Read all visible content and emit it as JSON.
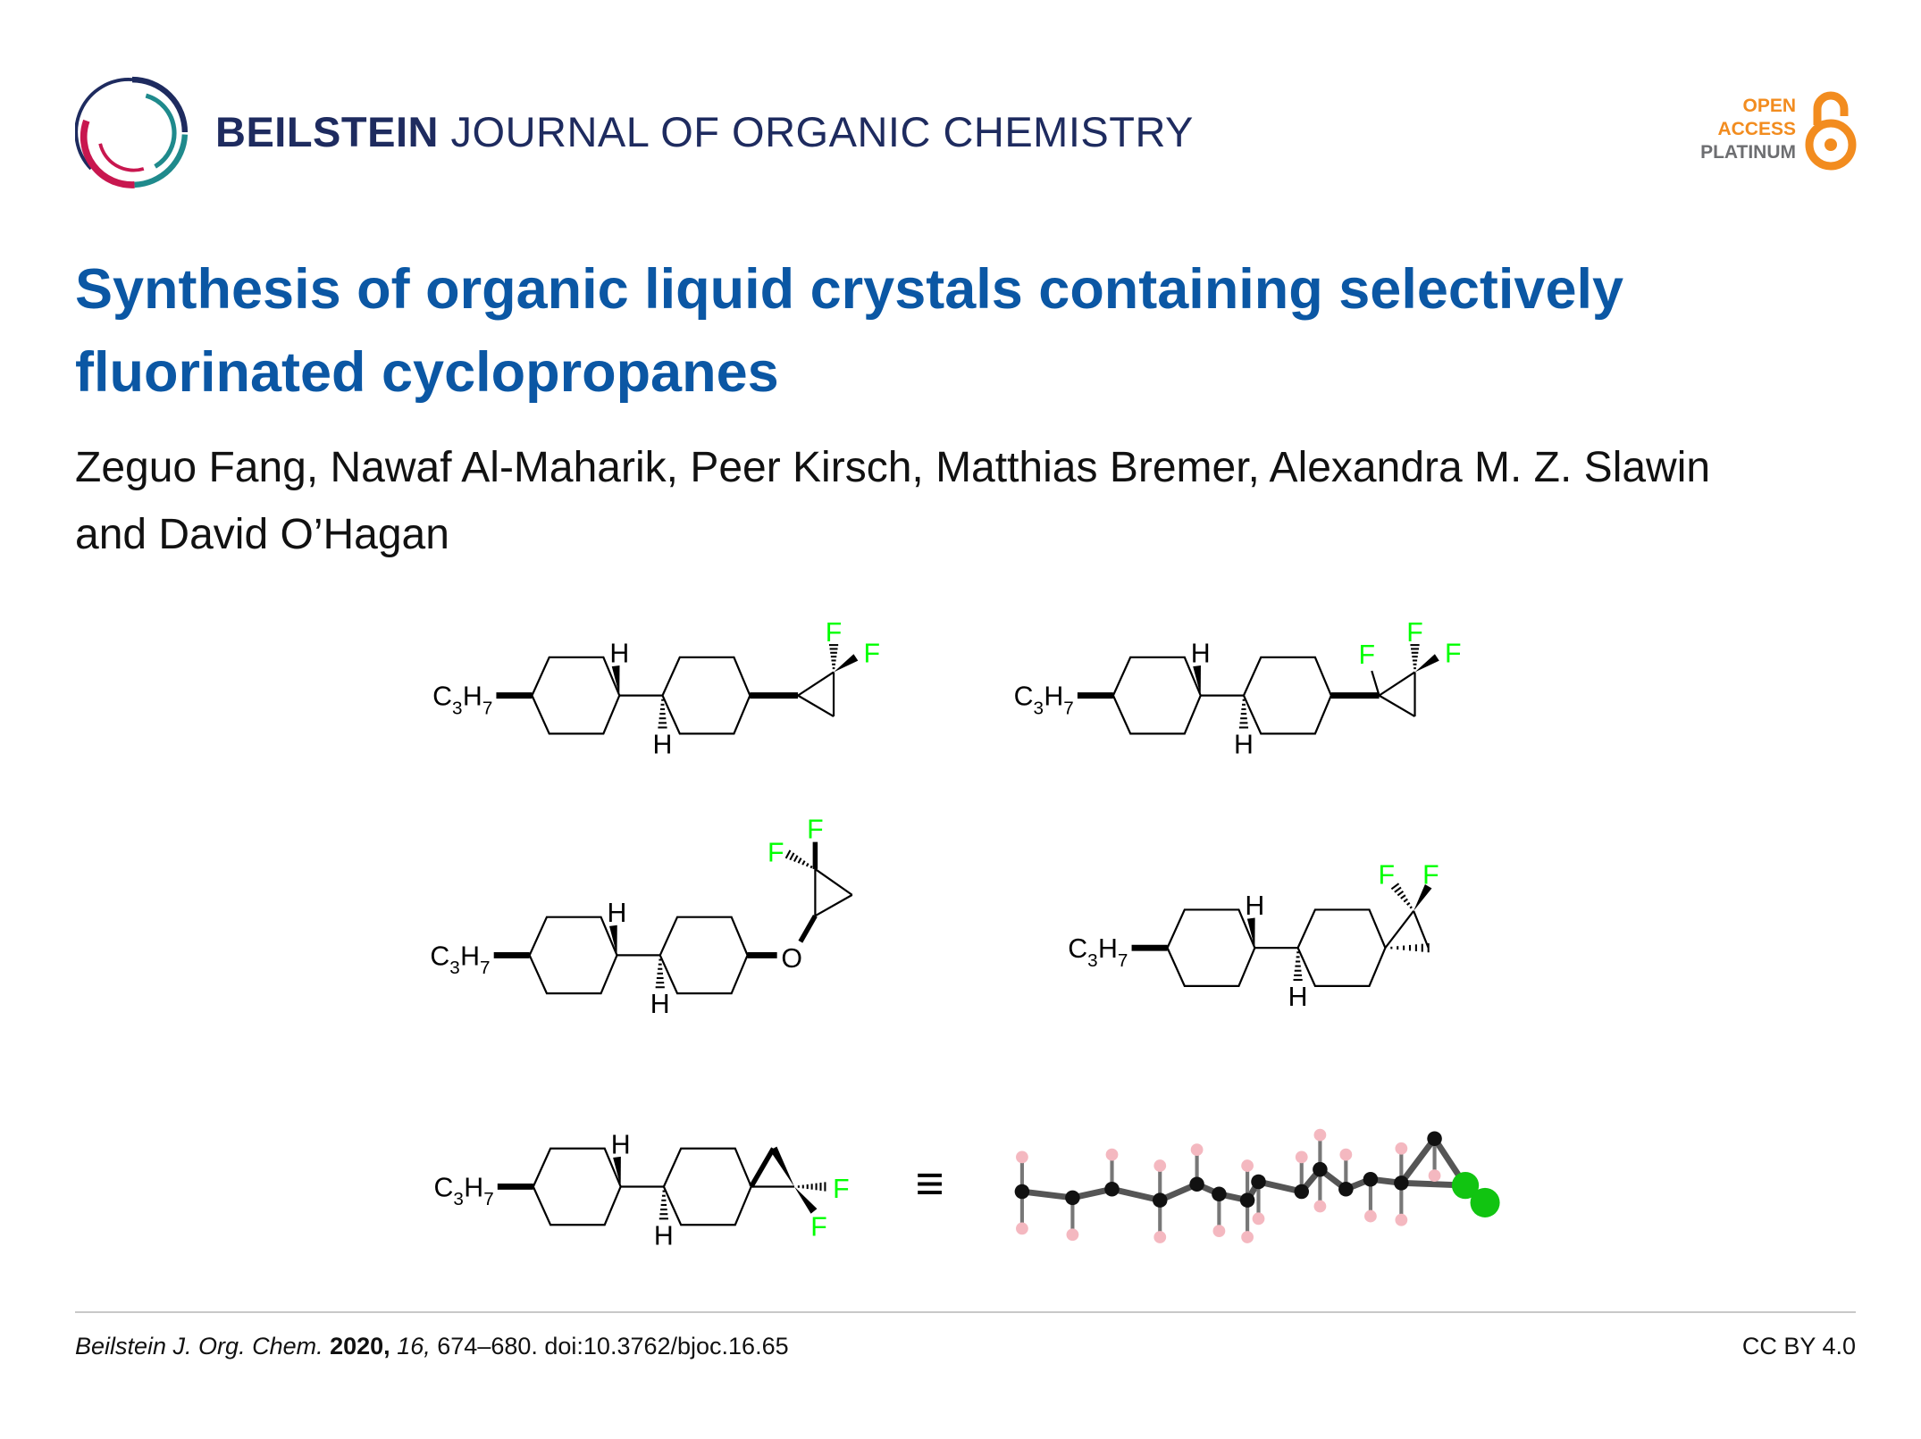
{
  "header": {
    "journal_bold": "BEILSTEIN",
    "journal_rest": "JOURNAL OF ORGANIC CHEMISTRY",
    "open_access": [
      "OPEN",
      "ACCESS",
      "PLATINUM"
    ]
  },
  "article": {
    "title_lines": [
      "Synthesis of organic liquid crystals containing selectively",
      "fluorinated cyclopropanes"
    ],
    "author_lines": [
      "Zeguo Fang, Nawaf Al-Maharik, Peer Kirsch, Matthias Bremer, Alexandra M. Z. Slawin",
      "and David O’Hagan"
    ]
  },
  "figure": {
    "labels": {
      "C": "C",
      "three": "3",
      "H": "H",
      "seven": "7",
      "F": "F",
      "O": "O",
      "equiv": "≡"
    },
    "colors": {
      "fluorine": "#00ff00",
      "bond": "#000000",
      "model_h": "#f4b8c0",
      "model_f": "#11c411"
    }
  },
  "footer": {
    "journal_abbrev": "Beilstein J. Org. Chem.",
    "year": "2020,",
    "volume": "16,",
    "pages_doi": "674–680. doi:10.3762/bjoc.16.65",
    "license": "CC BY 4.0"
  }
}
